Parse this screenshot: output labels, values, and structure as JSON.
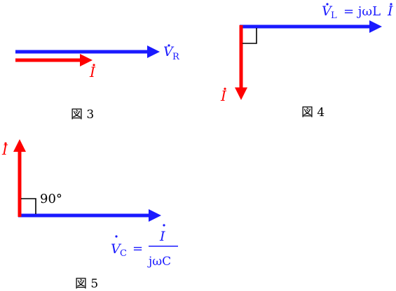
{
  "colors": {
    "voltage": "#1a1aff",
    "current": "#ff0000",
    "ink": "#000000"
  },
  "figures": [
    {
      "caption": "図 3",
      "voltage_label": {
        "symbol": "V",
        "subscript": "R"
      },
      "current_label": "I",
      "angle_label": ""
    },
    {
      "caption": "図 4",
      "voltage_label": {
        "symbol": "V",
        "subscript": "L",
        "expression": "= jωL",
        "trailing": "I"
      },
      "current_label": "I",
      "angle_label": ""
    },
    {
      "caption": "図 5",
      "voltage_label": {
        "symbol": "V",
        "subscript": "C",
        "expression": "=",
        "numerator": "I",
        "denominator": "jωC"
      },
      "current_label": "I",
      "angle_label": "90°"
    }
  ]
}
